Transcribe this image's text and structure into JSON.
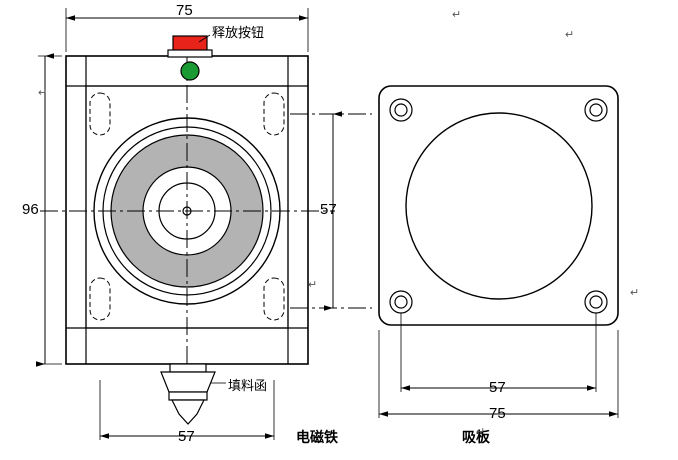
{
  "diagram": {
    "title_left": "电磁铁",
    "title_right": "吸板",
    "labels": {
      "release_button": "释放按钮",
      "stuffing_box": "填料函"
    },
    "dimensions": {
      "left_width": "75",
      "left_height": "96",
      "left_inner_v": "57",
      "left_bottom": "57",
      "right_inner": "57",
      "right_outer": "75"
    },
    "marks": [
      "↵",
      "↵",
      "↵",
      "↵",
      "↵",
      "↵"
    ],
    "colors": {
      "button_red": "#e8231a",
      "indicator_green": "#1a9a33",
      "ring_gray": "#b3b3b3",
      "line": "#000000",
      "center_line": "#000000"
    }
  }
}
